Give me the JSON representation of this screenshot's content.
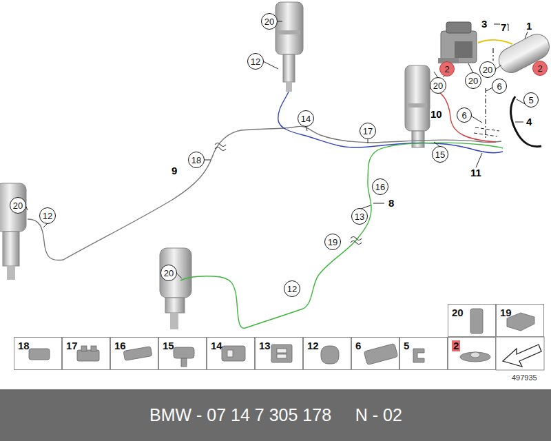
{
  "diagram": {
    "caption": "BMW - 07 14 7 305 178     N - 02",
    "nodes": [
      {
        "text": [
          "20"
        ]
      },
      {
        "text": [
          "2"
        ]
      },
      {
        "text": [
          "2"
        ]
      },
      {
        "text": [
          "12"
        ]
      },
      {
        "text": [
          "20"
        ]
      },
      {
        "text": [
          "20"
        ]
      },
      {
        "text": [
          "20"
        ]
      },
      {
        "text": [
          "6"
        ]
      },
      {
        "text": [
          "5"
        ]
      },
      {
        "text": [
          "6"
        ]
      },
      {
        "text": [
          "14"
        ]
      },
      {
        "text": [
          "17"
        ]
      },
      {
        "text": [
          "15"
        ]
      },
      {
        "text": [
          "18"
        ]
      },
      {
        "text": [
          "16"
        ]
      },
      {
        "text": [
          "20"
        ]
      },
      {
        "text": [
          "12"
        ]
      },
      {
        "text": [
          "13"
        ]
      },
      {
        "text": [
          "19"
        ]
      },
      {
        "text": [
          "20"
        ]
      },
      {
        "text": [
          "12"
        ]
      },
      {
        "text": [
          "20"
        ]
      },
      {
        "text": [
          "19"
        ]
      },
      {
        "text": [
          "18"
        ]
      },
      {
        "text": [
          "17"
        ]
      },
      {
        "text": [
          "16"
        ]
      },
      {
        "text": [
          "15"
        ]
      },
      {
        "text": [
          "14"
        ]
      },
      {
        "text": [
          "13"
        ]
      },
      {
        "text": [
          "12"
        ]
      },
      {
        "text": [
          "6"
        ]
      },
      {
        "text": [
          "5"
        ]
      },
      {
        "text": [
          "2"
        ]
      }
    ],
    "labels": [
      "3",
      "7",
      "1",
      "4",
      "10",
      "9",
      "8",
      "11",
      "497935"
    ]
  }
}
